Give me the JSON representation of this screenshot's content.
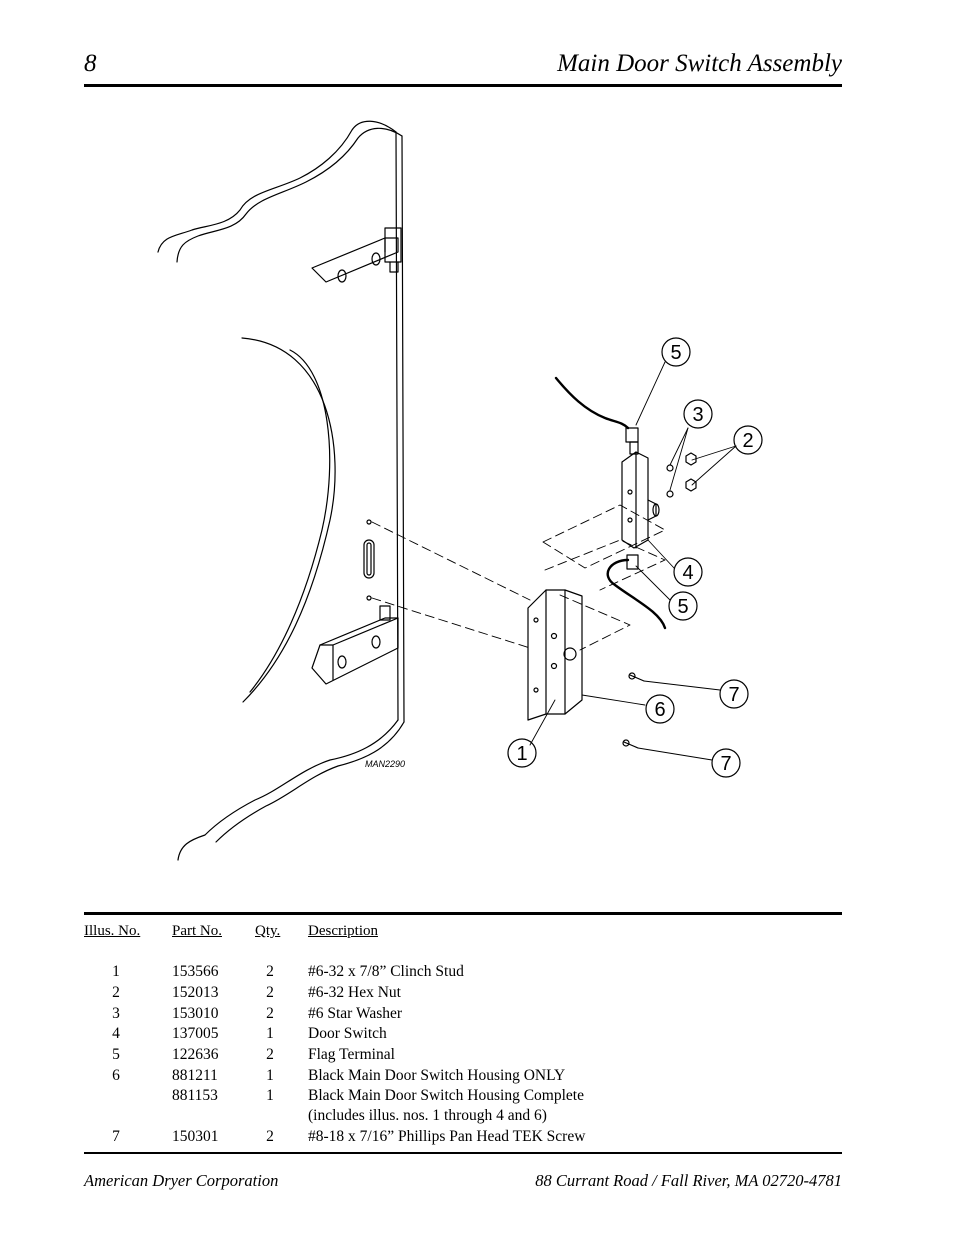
{
  "header": {
    "page_number": "8",
    "title": "Main Door Switch Assembly"
  },
  "diagram": {
    "drawing_code": "MAN2290",
    "callouts": [
      "1",
      "2",
      "3",
      "4",
      "5",
      "5",
      "6",
      "7",
      "7"
    ]
  },
  "table": {
    "headers": {
      "illus": "Illus. No.",
      "part": "Part  No.",
      "qty": "Qty.",
      "desc": "Description"
    },
    "rows": [
      {
        "illus": "1",
        "part": "153566",
        "qty": "2",
        "desc": "#6-32 x 7/8” Clinch Stud"
      },
      {
        "illus": "2",
        "part": "152013",
        "qty": "2",
        "desc": "#6-32  Hex Nut"
      },
      {
        "illus": "3",
        "part": "153010",
        "qty": "2",
        "desc": "#6  Star  Washer"
      },
      {
        "illus": "4",
        "part": "137005",
        "qty": "1",
        "desc": "Door Switch"
      },
      {
        "illus": "5",
        "part": "122636",
        "qty": "2",
        "desc": "Flag Terminal"
      },
      {
        "illus": "6",
        "part": "881211",
        "qty": "1",
        "desc": "Black Main Door Switch Housing ONLY"
      },
      {
        "illus": "",
        "part": "881153",
        "qty": "1",
        "desc": "Black Main Door Switch Housing Complete"
      },
      {
        "illus": "",
        "part": "",
        "qty": "",
        "desc": "(includes illus. nos. 1 through 4 and 6)"
      },
      {
        "illus": "7",
        "part": "150301",
        "qty": "2",
        "desc": "#8-18 x 7/16” Phillips Pan Head TEK Screw"
      }
    ]
  },
  "footer": {
    "company": "American Dryer Corporation",
    "address": "88 Currant Road / Fall River, MA 02720-4781"
  }
}
